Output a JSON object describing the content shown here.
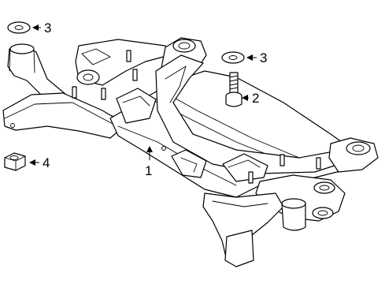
{
  "callouts": [
    {
      "id": "callout-1",
      "label": "1"
    },
    {
      "id": "callout-2",
      "label": "2"
    },
    {
      "id": "callout-3-top",
      "label": "3"
    },
    {
      "id": "callout-3-right",
      "label": "3"
    },
    {
      "id": "callout-4",
      "label": "4"
    }
  ]
}
